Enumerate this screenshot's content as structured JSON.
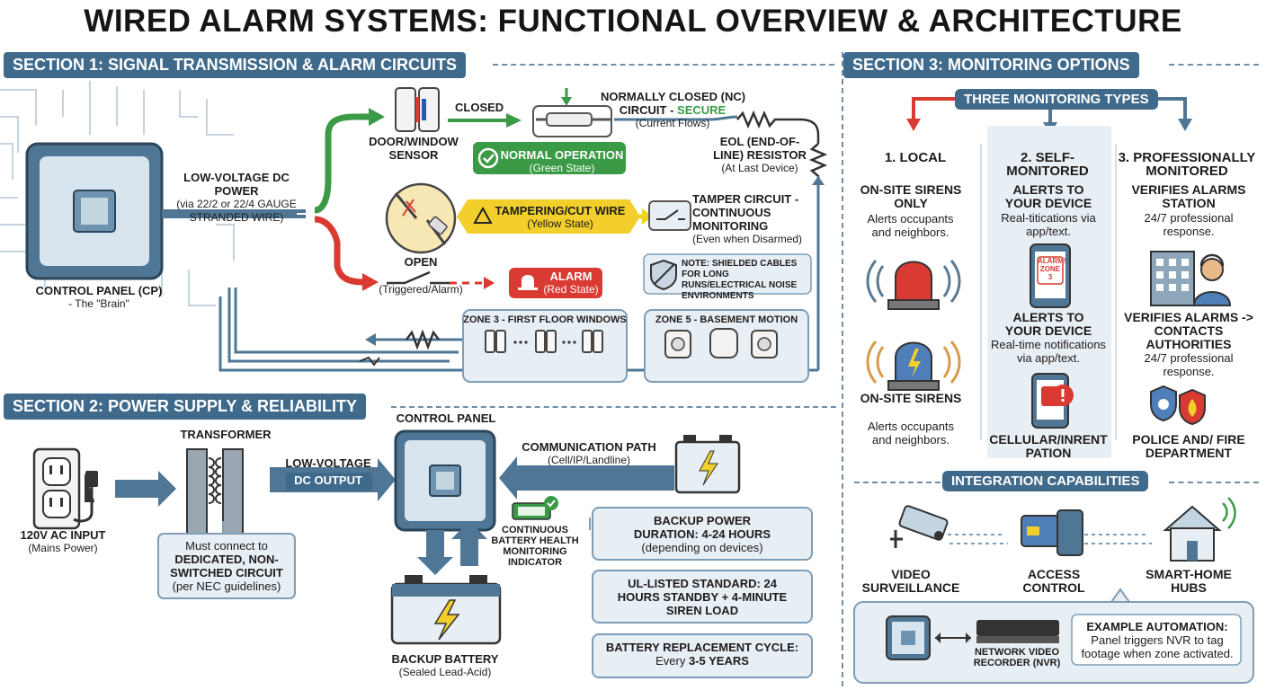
{
  "title": "WIRED ALARM SYSTEMS: FUNCTIONAL OVERVIEW & ARCHITECTURE",
  "section1": {
    "heading": "SECTION 1: SIGNAL TRANSMISSION & ALARM CIRCUITS",
    "control_panel": {
      "label": "CONTROL PANEL (CP)",
      "sub": "- The \"Brain\""
    },
    "power": {
      "label": "LOW-VOLTAGE DC POWER",
      "sub": "(via 22/2 or 22/4 GAUGE STRANDED WIRE)"
    },
    "sensor": {
      "label": "DOOR/WINDOW SENSOR"
    },
    "closed": "CLOSED",
    "nc_circuit": {
      "line1": "NORMALLY CLOSED (NC)",
      "line2": "CIRCUIT - ",
      "secure": "SECURE",
      "sub": "(Current Flows)"
    },
    "normal_op": {
      "label": "NORMAL OPERATION",
      "sub": "(Green State)"
    },
    "eol": {
      "label": "EOL (END-OF-LINE) RESISTOR",
      "sub": "(At Last Device)"
    },
    "tamper_cut": {
      "label": "TAMPERING/CUT WIRE",
      "sub": "(Yellow State)"
    },
    "tamper_circuit": {
      "label": "TAMPER CIRCUIT - CONTINUOUS MONITORING",
      "sub": "(Even when Disarmed)"
    },
    "open": {
      "label": "OPEN",
      "sub": "(Triggered/Alarm)"
    },
    "alarm": {
      "label": "ALARM",
      "sub": "(Red State)"
    },
    "note": "NOTE: SHIELDED CABLES FOR LONG RUNS/ELECTRICAL NOISE ENVIRONMENTS",
    "zone3": "ZONE 3 - FIRST FLOOR WINDOWS",
    "zone5": "ZONE 5 - BASEMENT MOTION"
  },
  "section2": {
    "heading": "SECTION 2: POWER SUPPLY & RELIABILITY",
    "ac_input": {
      "label": "120V AC INPUT",
      "sub": "(Mains Power)"
    },
    "transformer": "TRANSFORMER",
    "circuit_note": {
      "line1": "Must connect to",
      "line2": "DEDICATED, NON-SWITCHED CIRCUIT",
      "line3": "(per NEC guidelines)"
    },
    "dc_output": {
      "line1": "LOW-VOLTAGE",
      "line2": "DC OUTPUT"
    },
    "control_panel": "CONTROL PANEL",
    "comm_path": {
      "label": "COMMUNICATION PATH",
      "sub": "(Cell/IP/Landline)"
    },
    "battery_health": "CONTINUOUS BATTERY HEALTH MONITORING INDICATOR",
    "backup_battery": {
      "label": "BACKUP BATTERY",
      "sub": "(Sealed Lead-Acid)"
    },
    "backup_duration": {
      "label": "BACKUP POWER DURATION: 4-24 HOURS",
      "sub": "(depending on devices)"
    },
    "ul_standard": {
      "label": "UL-LISTED STANDARD: 24 HOURS STANDBY + 4-MINUTE SIREN LOAD"
    },
    "replacement": {
      "label": "BATTERY REPLACEMENT CYCLE:",
      "sub_prefix": "Every ",
      "sub_value": "3-5 YEARS"
    }
  },
  "section3": {
    "heading": "SECTION 3: MONITORING OPTIONS",
    "types_heading": "THREE MONITORING TYPES",
    "local": {
      "title": "1. LOCAL",
      "head": "ON-SITE SIRENS ONLY",
      "desc": "Alerts occupants and neighbors.",
      "head2": "ON-SITE SIRENS",
      "desc2": "Alerts occupants and neighbors."
    },
    "self": {
      "title": "2. SELF-MONITORED",
      "head": "ALERTS TO YOUR DEVICE",
      "desc": "Real-titications via app/text.",
      "phone_text": "ALARM! ZONE 3",
      "head2": "ALERTS TO YOUR DEVICE",
      "desc2": "Real-time notifications via app/text.",
      "head3": "CELLULAR/INRENT PATION"
    },
    "pro": {
      "title": "3. PROFESSIONALLY MONITORED",
      "head": "VERIFIES ALARMS STATION",
      "desc": "24/7 professional response.",
      "head2": "VERIFIES ALARMS -> CONTACTS AUTHORITIES",
      "desc2": "24/7 professional response.",
      "head3": "POLICE AND/ FIRE DEPARTMENT"
    },
    "integration_heading": "INTEGRATION CAPABILITIES",
    "video": "VIDEO SURVEILLANCE",
    "access": "ACCESS CONTROL",
    "smarthome": "SMART-HOME HUBS",
    "nvr": "NETWORK VIDEO RECORDER (NVR)",
    "example": {
      "label": "EXAMPLE AUTOMATION:",
      "desc": "Panel triggers NVR to tag footage when zone activated."
    }
  },
  "colors": {
    "accent": "#3f6a8c",
    "green": "#3a9a45",
    "yellow": "#f2cf2a",
    "red": "#d93a32",
    "panel": "#4f7795"
  }
}
